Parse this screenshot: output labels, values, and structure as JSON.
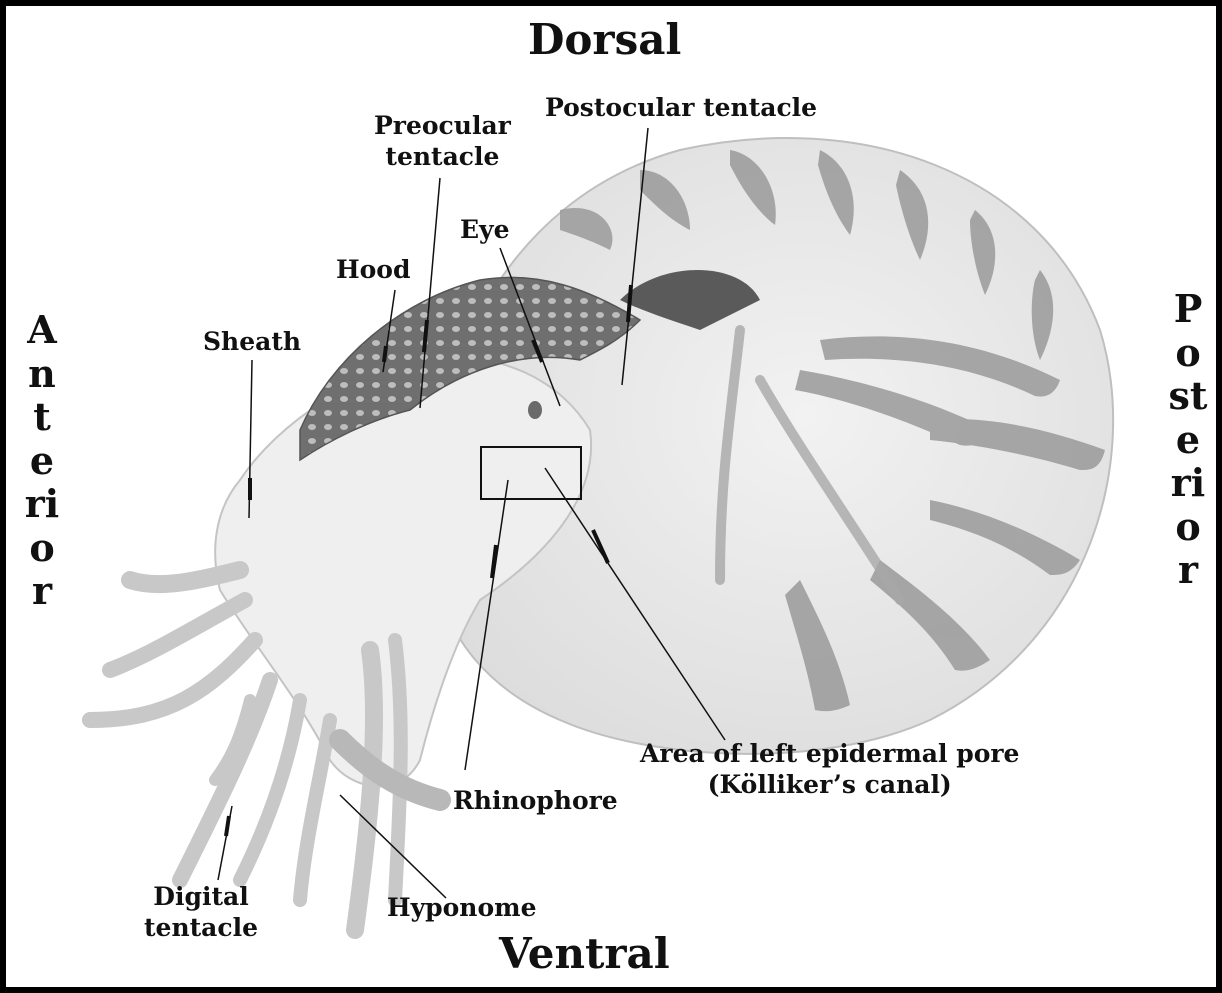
{
  "orientation": {
    "dorsal": "Dorsal",
    "ventral": "Ventral",
    "anterior": "Anterior",
    "posterior": "Posterior"
  },
  "labels": {
    "postocular_tentacle": "Postocular tentacle",
    "preocular_tentacle": "Preocular\ntentacle",
    "eye": "Eye",
    "hood": "Hood",
    "sheath": "Sheath",
    "area_of_pore": "Area of left epidermal pore\n(Kölliker’s canal)",
    "rhinophore": "Rhinophore",
    "hyponome": "Hyponome",
    "digital_tentacle": "Digital\ntentacle"
  }
}
